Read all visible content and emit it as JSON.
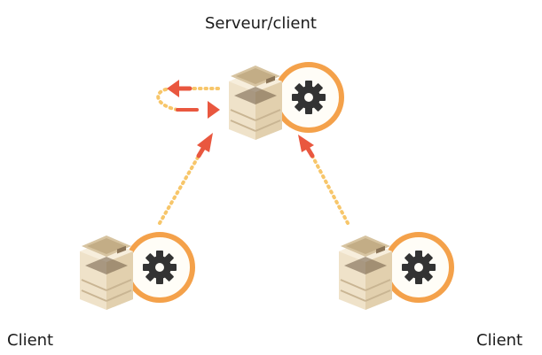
{
  "labels": {
    "server": "Serveur/client",
    "client_left": "Client",
    "client_right": "Client"
  },
  "nodes": [
    {
      "id": "server-device",
      "role": "server",
      "icon": "printer-icon",
      "badge": "gear-icon"
    },
    {
      "id": "client-left-device",
      "role": "client",
      "icon": "printer-icon",
      "badge": "gear-icon"
    },
    {
      "id": "client-right-device",
      "role": "client",
      "icon": "printer-icon",
      "badge": "gear-icon"
    }
  ],
  "colors": {
    "arrow": "#e9573f",
    "dotted_line": "#f7c66a",
    "badge_ring": "#f4a14a",
    "badge_fill": "#fffdf7",
    "gear": "#333333",
    "device_body": "#efe2c9",
    "device_shadow": "#c9b593"
  }
}
